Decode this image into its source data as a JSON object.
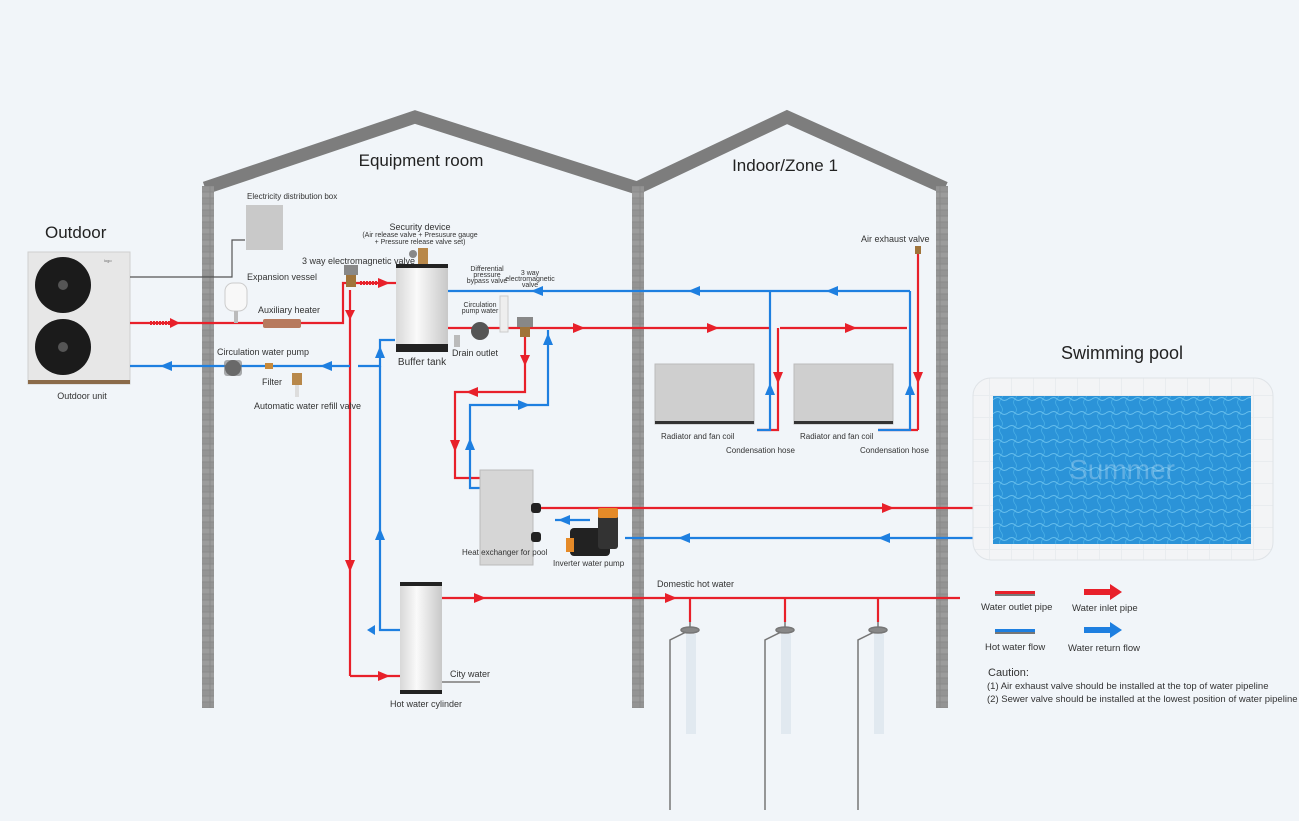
{
  "zones": {
    "outdoor": "Outdoor",
    "equipment_room": "Equipment room",
    "indoor": "Indoor/Zone 1",
    "pool": "Swimming pool"
  },
  "labels": {
    "outdoor_unit": "Outdoor unit",
    "electricity_box": "Electricity distribution box",
    "expansion_vessel": "Expansion vessel",
    "auxiliary_heater": "Auxiliary heater",
    "circ_pump": "Circulation water pump",
    "filter": "Filter",
    "refill_valve": "Automatic water refill valve",
    "three_way_valve_1": "3 way electromagnetic valve",
    "security_device_title": "Security device",
    "security_device_line1": "(Air release valve + Presusure gauge",
    "security_device_line2": "+ Pressure release valve set)",
    "buffer_tank": "Buffer tank",
    "drain_outlet": "Drain outlet",
    "diff_bypass_1": "Differential",
    "diff_bypass_2": "pressure",
    "diff_bypass_3": "bypass valve",
    "circ_pump_water_1": "Circulation",
    "circ_pump_water_2": "pump water",
    "three_way_valve_2a": "3 way",
    "three_way_valve_2b": "electromagnetic",
    "three_way_valve_2c": "valve",
    "air_exhaust": "Air exhaust valve",
    "radiator_1": "Radiator and fan coil",
    "radiator_2": "Radiator and fan coil",
    "cond_hose_1": "Condensation hose",
    "cond_hose_2": "Condensation hose",
    "heat_exchanger": "Heat exchanger for pool",
    "inverter_pump": "Inverter water pump",
    "domestic_hot_water": "Domestic hot water",
    "hot_water_cylinder": "Hot water cylinder",
    "city_water": "City water",
    "pool_watermark": "Summer"
  },
  "legend": {
    "items": [
      {
        "label": "Water outlet pipe",
        "kind": "pipe-red"
      },
      {
        "label": "Water inlet pipe",
        "kind": "arrow-red"
      },
      {
        "label": "Hot water flow",
        "kind": "pipe-blue"
      },
      {
        "label": "Water return flow",
        "kind": "arrow-blue"
      }
    ]
  },
  "caution": {
    "title": "Caution:",
    "lines": [
      "(1) Air exhaust valve should be installed at the top of water pipeline",
      "(2) Sewer valve should be installed at the lowest position of water pipeline"
    ]
  },
  "colors": {
    "hot": "#e8202a",
    "cold": "#1e7fe0",
    "wall": "#7d7d7d",
    "pool": "#2a8fd6",
    "background": "#f1f5f9"
  }
}
